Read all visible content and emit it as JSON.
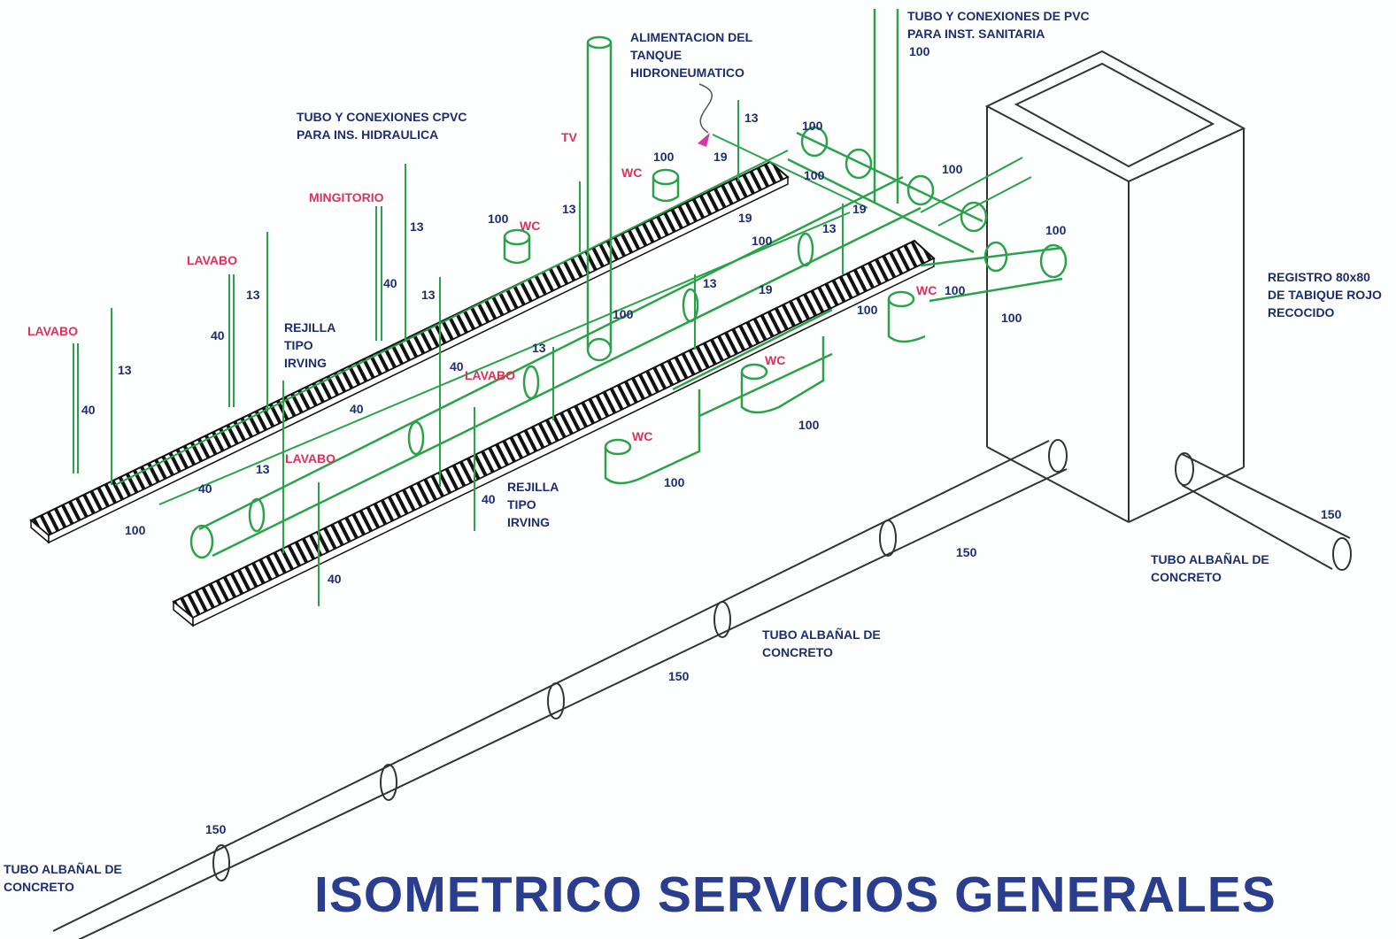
{
  "title": "ISOMETRICO SERVICIOS GENERALES",
  "colors": {
    "pipe_green": "#2aa24a",
    "label_navy": "#1f2d6e",
    "fixture_red": "#e0305a",
    "title_blue": "#2a3d8f",
    "arrow_magenta": "#d63aa0",
    "outline_black": "#222222"
  },
  "notes": {
    "pvc_pipes": "TUBO Y CONEXIONES DE PVC\nPARA INST. SANITARIA",
    "cpvc_pipes": "TUBO Y CONEXIONES CPVC\nPARA INS. HIDRAULICA",
    "tank_feed": "ALIMENTACION DEL\nTANQUE\nHIDRONEUMATICO",
    "grate_1": "REJILLA\nTIPO\nIRVING",
    "grate_2": "REJILLA\nTIPO\nIRVING",
    "register": "REGISTRO 80x80\nDE TABIQUE ROJO\nRECOCIDO",
    "sewer_right": "TUBO ALBAÑAL DE\nCONCRETO",
    "sewer_mid": "TUBO ALBAÑAL DE\nCONCRETO",
    "sewer_left": "TUBO ALBAÑAL DE\nCONCRETO"
  },
  "fixtures": {
    "tv": "TV",
    "wc_1": "WC",
    "wc_2": "WC",
    "wc_3": "WC",
    "wc_4": "WC",
    "wc_5": "WC",
    "mingitorio": "MINGITORIO",
    "lavabo_1": "LAVABO",
    "lavabo_2": "LAVABO",
    "lavabo_3": "LAVABO",
    "lavabo_4": "LAVABO"
  },
  "dimensions": {
    "d_100_a": "100",
    "d_100_b": "100",
    "d_100_c": "100",
    "d_100_d": "100",
    "d_100_e": "100",
    "d_100_f": "100",
    "d_100_g": "100",
    "d_100_h": "100",
    "d_100_i": "100",
    "d_100_j": "100",
    "d_100_k": "100",
    "d_100_l": "100",
    "d_100_m": "100",
    "d_100_n": "100",
    "d_100_o": "100",
    "d_13_a": "13",
    "d_13_b": "13",
    "d_13_c": "13",
    "d_13_d": "13",
    "d_13_e": "13",
    "d_13_f": "13",
    "d_13_g": "13",
    "d_13_h": "13",
    "d_13_i": "13",
    "d_13_j": "13",
    "d_19_a": "19",
    "d_19_b": "19",
    "d_19_c": "19",
    "d_19_d": "19",
    "d_40_a": "40",
    "d_40_b": "40",
    "d_40_c": "40",
    "d_40_d": "40",
    "d_40_e": "40",
    "d_40_f": "40",
    "d_40_g": "40",
    "d_40_h": "40",
    "d_150_a": "150",
    "d_150_b": "150",
    "d_150_c": "150",
    "d_150_d": "150"
  }
}
